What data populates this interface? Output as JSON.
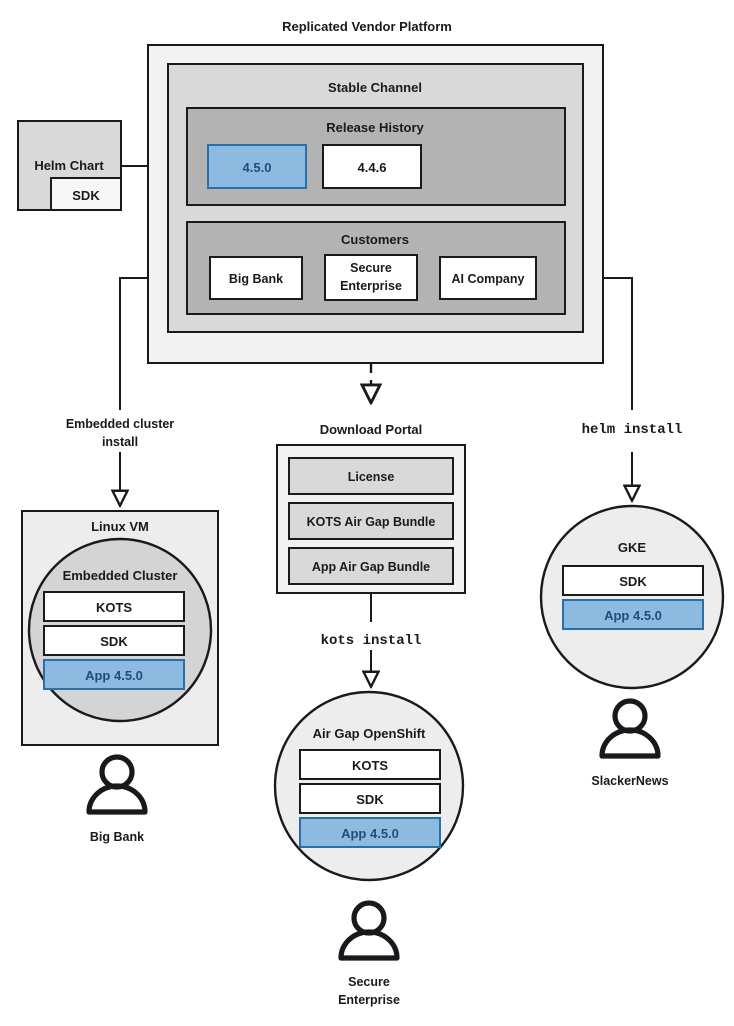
{
  "diagram": {
    "title": "Replicated Vendor Platform",
    "source": {
      "helm_chart_label": "Helm Chart",
      "helm_chart_sdk_label": "SDK"
    },
    "platform": {
      "channel_label": "Stable Channel",
      "release_history": {
        "label": "Release History",
        "releases": [
          {
            "version": "4.5.0",
            "highlighted": true
          },
          {
            "version": "4.4.6",
            "highlighted": false
          }
        ]
      },
      "customers": {
        "label": "Customers",
        "items": [
          {
            "name": "Big Bank"
          },
          {
            "name": "Secure",
            "name2": "Enterprise"
          },
          {
            "name": "AI Company"
          }
        ]
      }
    },
    "connectors": {
      "embedded_cluster_install": "Embedded cluster",
      "embedded_cluster_install_2": "install",
      "kots_install": "kots install",
      "helm_install": "helm install"
    },
    "download_portal": {
      "title": "Download Portal",
      "artifacts": [
        "License",
        "KOTS Air Gap Bundle",
        "App Air Gap Bundle"
      ]
    },
    "targets": [
      {
        "host_label": "Linux VM",
        "cluster_label": "Embedded Cluster",
        "components": [
          "KOTS",
          "SDK"
        ],
        "app": "App 4.5.0",
        "customer": "Big Bank"
      },
      {
        "host_label": "Air Gap OpenShift",
        "components": [
          "KOTS",
          "SDK"
        ],
        "app": "App 4.5.0",
        "customer": "Secure",
        "customer2": "Enterprise"
      },
      {
        "host_label": "GKE",
        "components": [
          "SDK"
        ],
        "app": "App 4.5.0",
        "customer": "SlackerNews"
      }
    ],
    "colors": {
      "highlight_fill": "#8dbae0",
      "highlight_stroke": "#2a6fa8",
      "highlight_text": "#1f4e79",
      "platform_fill": "#f2f2f2",
      "channel_fill": "#d9d9d9",
      "section_fill": "#b3b3b3",
      "box_fill": "#ffffff",
      "soft_fill": "#ededed",
      "cluster_fill": "#d4d4d4",
      "artifact_fill": "#d9d9d9",
      "stroke": "#1a1a1a"
    }
  }
}
